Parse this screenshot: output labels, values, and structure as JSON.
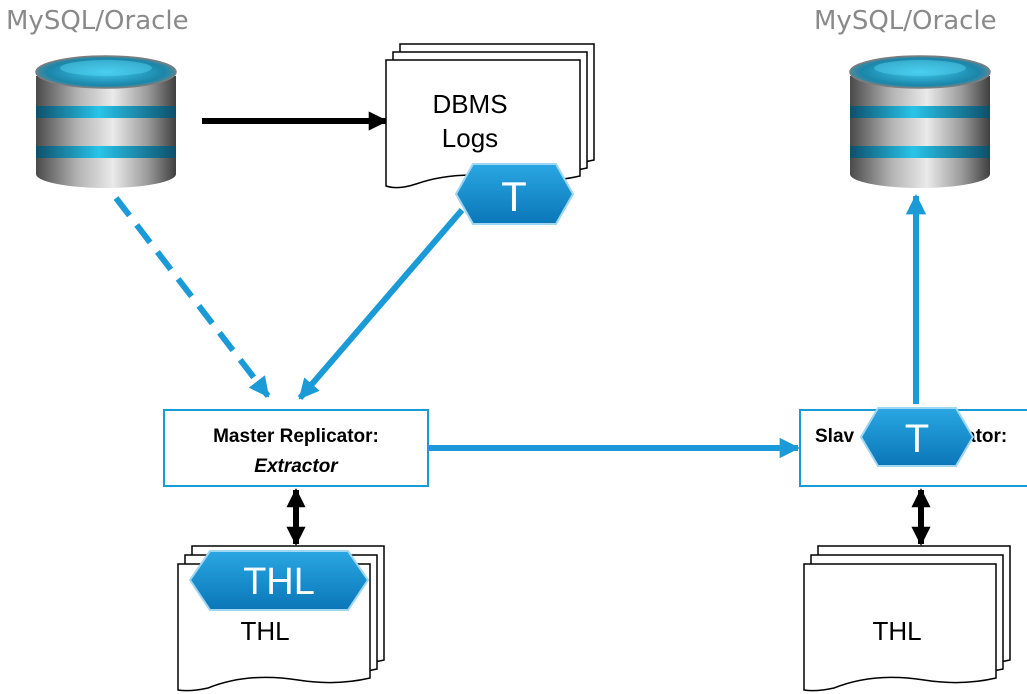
{
  "left_db": {
    "label": "MySQL/Oracle"
  },
  "right_db": {
    "label": "MySQL/Oracle"
  },
  "dbms_logs": {
    "line1": "DBMS",
    "line2": "Logs"
  },
  "log_tag": {
    "text": "T"
  },
  "master_replicator": {
    "line1": "Master Replicator:",
    "line2": "Extractor"
  },
  "slave_replicator": {
    "visible_left": "Slav",
    "visible_right": "ator:"
  },
  "slave_tag": {
    "text": "T"
  },
  "master_thl": {
    "tag": "THL",
    "doc_label": "THL"
  },
  "slave_thl": {
    "doc_label": "THL"
  },
  "colors": {
    "accent_blue": "#1a9ad6",
    "hex_fill": "#0f86cc",
    "arrow_black": "#000000",
    "db_label_gray": "#8a8a8a"
  }
}
